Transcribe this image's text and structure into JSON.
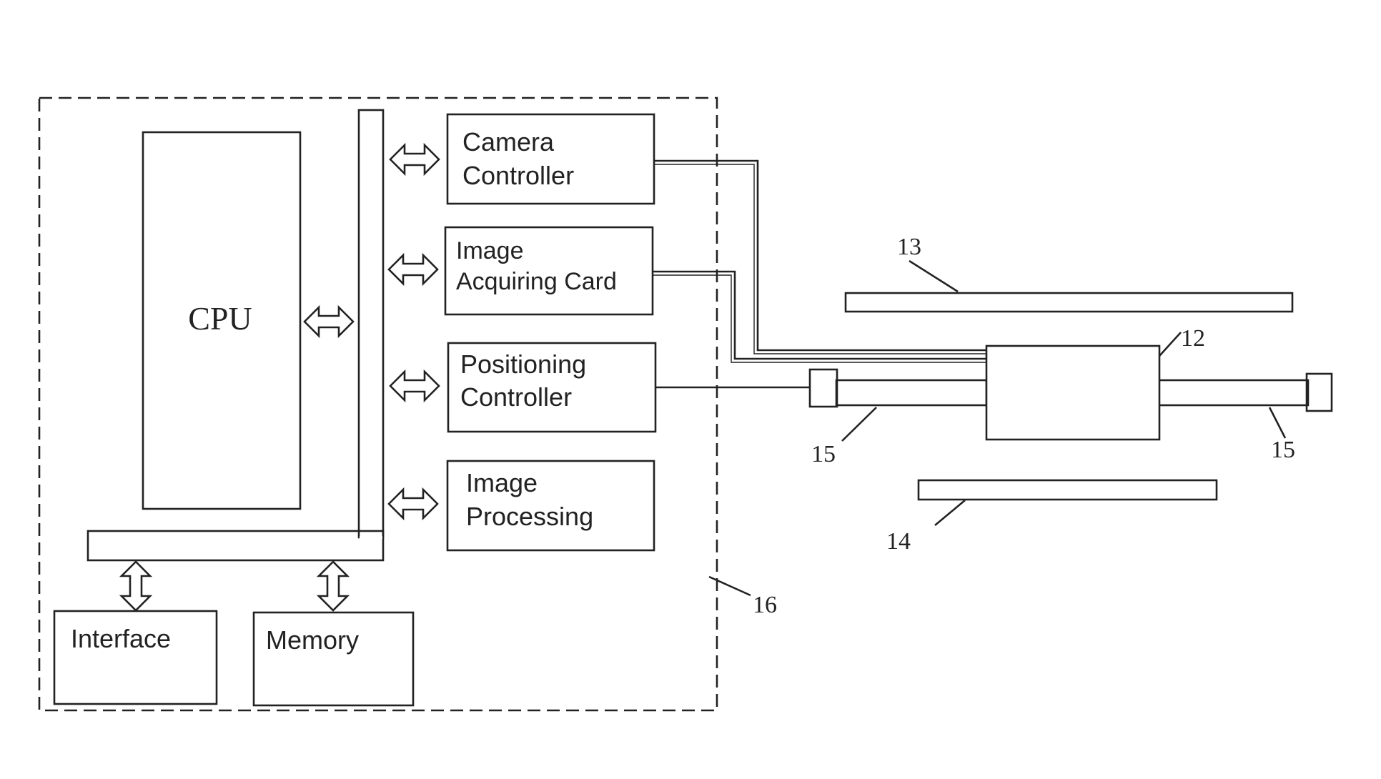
{
  "blocks": {
    "cpu": "CPU",
    "camera_controller": [
      "Camera",
      "Controller"
    ],
    "image_acquiring_card": [
      "Image",
      "Acquiring Card"
    ],
    "positioning_controller": [
      "Positioning",
      "Controller"
    ],
    "image_processing": [
      "Image",
      "Processing"
    ],
    "interface": "Interface",
    "memory": "Memory"
  },
  "reference_numerals": {
    "camera_assembly": "12",
    "upper_plate": "13",
    "lower_plate": "14",
    "guide_rail_left": "15",
    "guide_rail_right": "15",
    "computer_unit": "16"
  },
  "colors": {
    "line": "#222222",
    "fill": "#ffffff"
  },
  "icons": {
    "bidirectional_arrow": "double-headed-hollow-arrow"
  }
}
